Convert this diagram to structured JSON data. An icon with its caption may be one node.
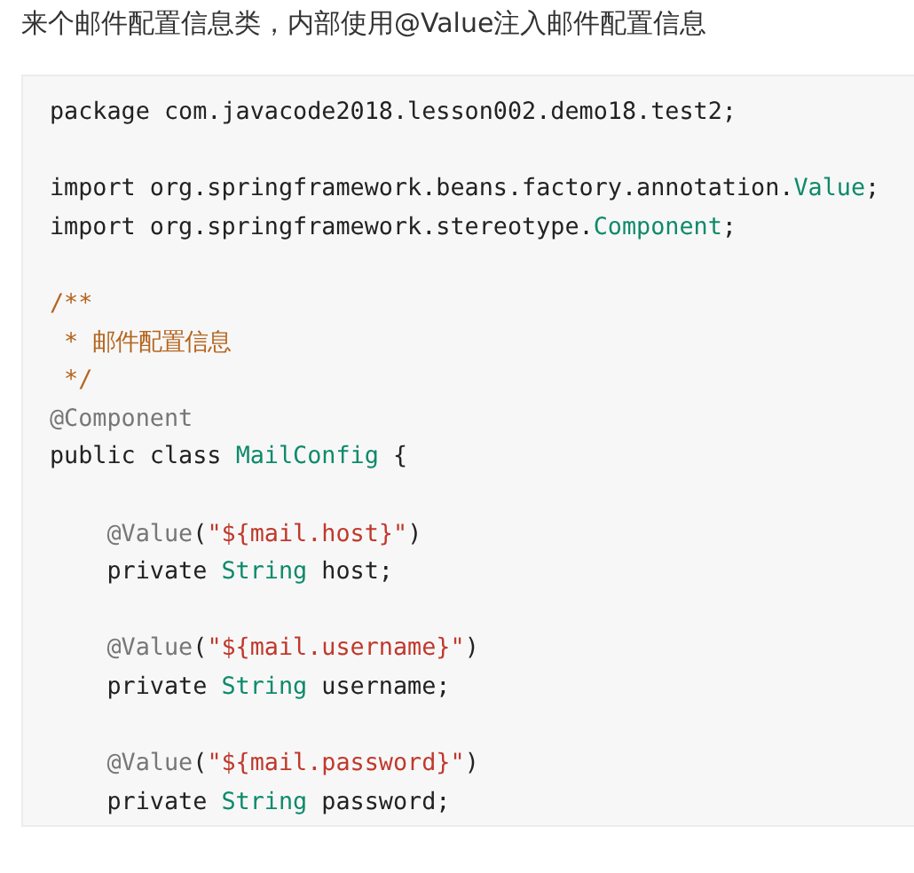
{
  "diagram": {
    "title": "来个邮件配置信息类，内部使用@Value注入邮件配置信息",
    "labels": [
      "package com.javacode2018.lesson002.demo18.test2;",
      "import org.springframework.beans.factory.annotation.Value;",
      "import org.springframework.stereotype.Component;",
      "/**",
      " * 邮件配置信息",
      " */",
      "@Component",
      "public class MailConfig {",
      "    @Value(\"${mail.host}\")",
      "    private String host;",
      "    @Value(\"${mail.username}\")",
      "    private String username;",
      "    @Value(\"${mail.password}\")",
      "    private String password;"
    ]
  }
}
